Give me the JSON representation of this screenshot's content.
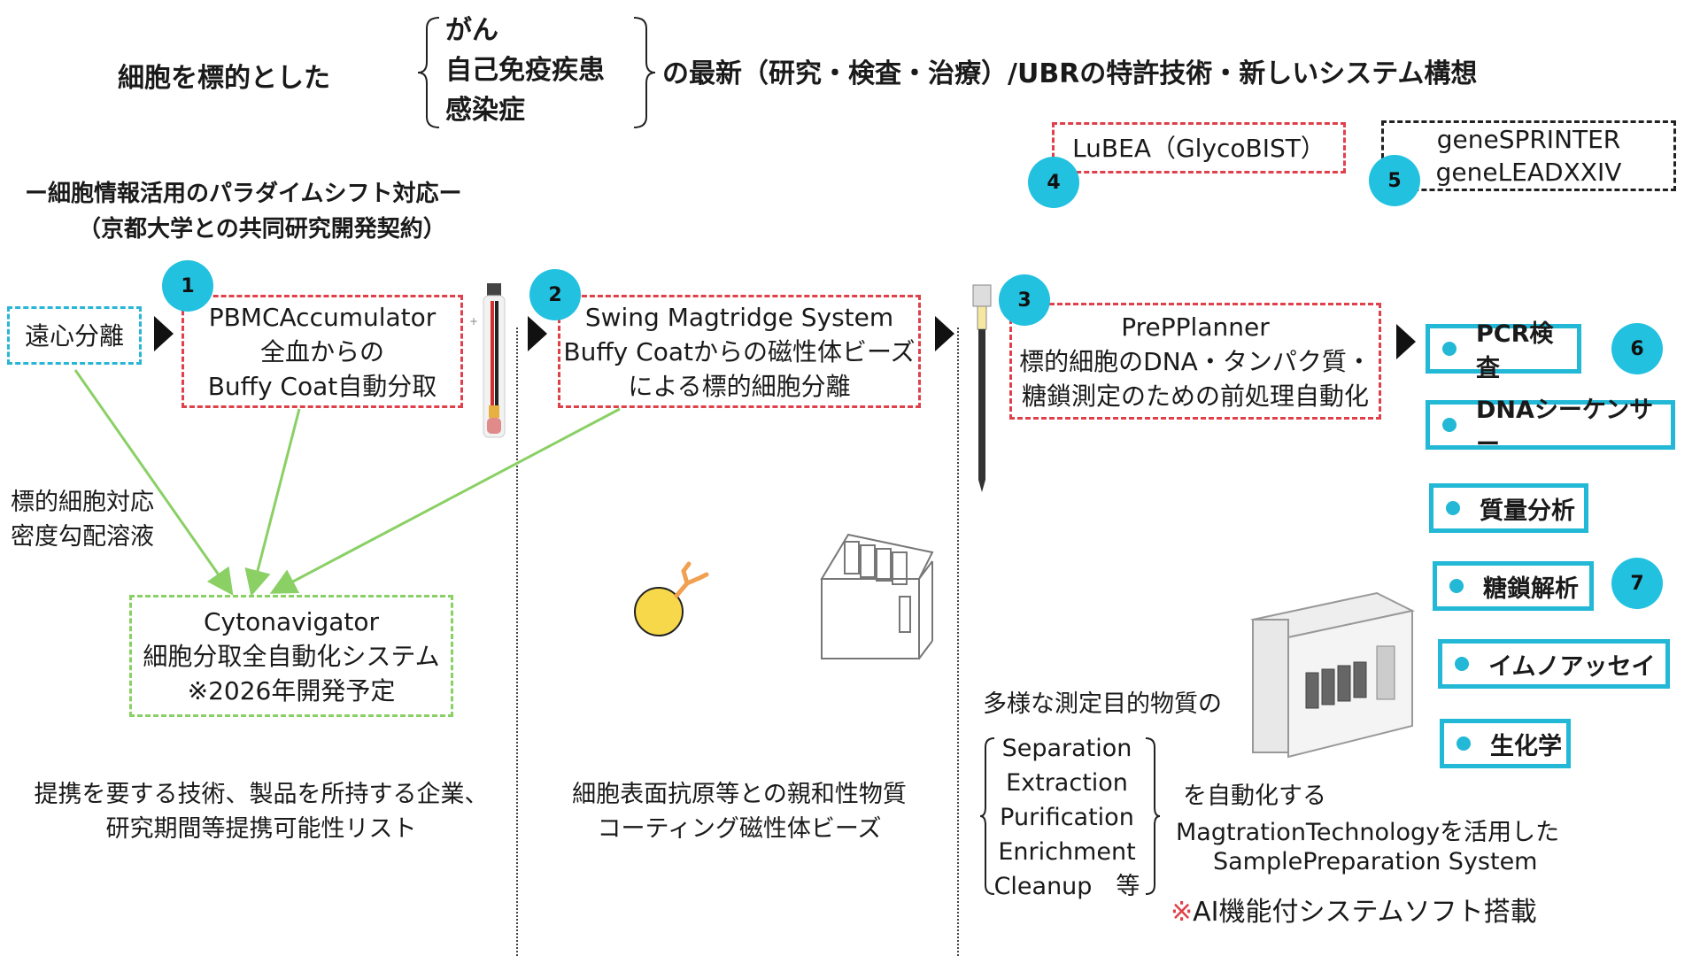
{
  "header": {
    "title_left": "細胞を標的とした",
    "brace_items": [
      "がん",
      "自己免疫疾患",
      "感染症"
    ],
    "title_right": "の最新（研究・検査・治療）/UBRの特許技術・新しいシステム構想"
  },
  "subtitle": {
    "line1": "ー細胞情報活用のパラダイムシフト対応ー",
    "line2": "（京都大学との共同研究開発契約）"
  },
  "badges": [
    "1",
    "2",
    "3",
    "4",
    "5",
    "6",
    "7"
  ],
  "boxes": {
    "lubea": "LuBEA（GlycoBIST）",
    "gene_line1": "geneSPRINTER",
    "gene_line2": "geneLEADXXIV",
    "centrifuge": "遠心分離",
    "pbmc_line1": "PBMCAccumulator",
    "pbmc_line2": "全血からの",
    "pbmc_line3": "Buffy Coat自動分取",
    "swing_line1": "Swing Magtridge System",
    "swing_line2": "Buffy Coatからの磁性体ビーズ",
    "swing_line3": "による標的細胞分離",
    "prep_line1": "PrePPlanner",
    "prep_line2": "標的細胞のDNA・タンパク質・",
    "prep_line3": "糖鎖測定のための前処理自動化",
    "cyto_line1": "Cytonavigator",
    "cyto_line2": "細胞分取全自動化システム",
    "cyto_line3": "※2026年開発予定"
  },
  "labels": {
    "density_line1": "標的細胞対応",
    "density_line2": "密度勾配溶液",
    "partner_line1": "提携を要する技術、製品を所持する企業、",
    "partner_line2": "研究期間等提携可能性リスト",
    "beads_line1": "細胞表面抗原等との親和性物質",
    "beads_line2": "コーティング磁性体ビーズ",
    "diverse": "多様な測定目的物質の",
    "process_items": [
      "Separation",
      "Extraction",
      "Purification",
      "Enrichment",
      "Cleanup　等"
    ],
    "automate": "を自動化する",
    "magtration": "MagtrationTechnologyを活用した",
    "sample_prep": "SamplePreparation System",
    "ai_mark": "※",
    "ai_text": "AI機能付システムソフト搭載"
  },
  "results": [
    "PCR検査",
    "DNAシーケンサー",
    "質量分析",
    "糖鎖解析",
    "イムノアッセイ",
    "生化学"
  ],
  "colors": {
    "red_dash": "#e0404a",
    "blue_dash": "#29b6d6",
    "green": "#8ad065",
    "badge": "#22c1e0",
    "result_border": "#22b8d6",
    "bead_yellow": "#f7d84a",
    "antibody_orange": "#f0a050"
  }
}
